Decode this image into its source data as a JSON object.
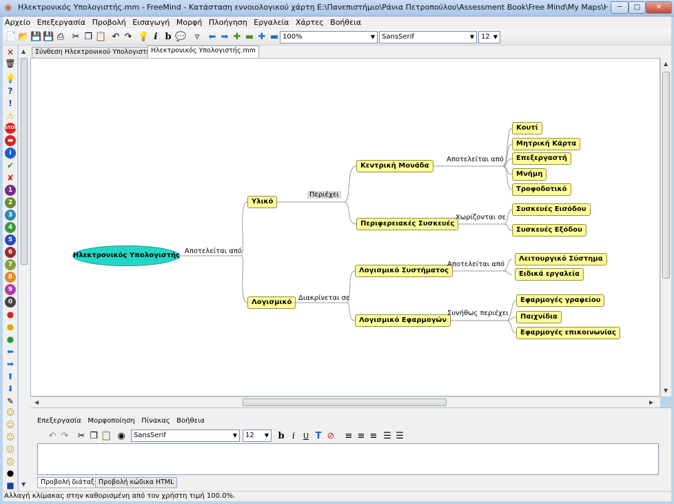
{
  "window": {
    "title": "Ηλεκτρονικός Υπολογιστής.mm - FreeMind - Κατάσταση εννοιολογικού χάρτη E:\\Πανεπιστήμιο\\Ράνια Πετροπούλου\\Assessment Book\\Free Mind\\My Maps\\Ηλεκτρονικός Υπολογιστής.m...",
    "min_icon": "minimize-icon",
    "max_icon": "maximize-icon",
    "close_icon": "close-icon"
  },
  "menu": [
    "Αρχείο",
    "Επεξεργασία",
    "Προβολή",
    "Εισαγωγή",
    "Μορφή",
    "Πλοήγηση",
    "Εργαλεία",
    "Χάρτες",
    "Βοήθεια"
  ],
  "toolbar": {
    "zoom_value": "100%",
    "font_value": "SansSerif",
    "size_value": "12"
  },
  "tabs": [
    {
      "label": "Σύνθεση Ηλεκτρονικού Υπολογιστή.mm",
      "active": false
    },
    {
      "label": "Ηλεκτρονικός Υπολογιστής.mm",
      "active": true
    }
  ],
  "mindmap": {
    "root": "Ηλεκτρονικός Υπολογιστής",
    "root_edge": "Αποτελείται από",
    "hardware": "Υλικό",
    "hardware_edge": "Περιέχει",
    "central_unit": "Κεντρική Μονάδα",
    "central_edge": "Αποτελείται από",
    "central_children": [
      "Κουτί",
      "Μητρική Κάρτα",
      "Επεξεργαστή",
      "Μνήμη",
      "Τροφοδοτικό"
    ],
    "peripherals": "Περιφερειακές Συσκευές",
    "peripherals_edge": "Χωρίζονται σε",
    "peripheral_children": [
      "Συσκευές Εισόδου",
      "Συσκευές Εξόδου"
    ],
    "software": "Λογισμικό",
    "software_edge": "Διακρίνεται σε",
    "system_sw": "Λογισμικό Συστήματος",
    "system_edge": "Αποτελείται από",
    "system_children": [
      "Λειτουργικό Σύστημα",
      "Ειδικά εργαλεία"
    ],
    "app_sw": "Λογισμικό Εφαρμογών",
    "app_edge": "Συνήθως περιέχει",
    "app_children": [
      "Εφαρμογές γραφείου",
      "Παιχνίδια",
      "Εφαρμογές επικοινωνίας"
    ],
    "node_color": "#ffff99",
    "root_color": "#22d8c4"
  },
  "editor": {
    "menu": [
      "Επεξεργασία",
      "Μορφοποίηση",
      "Πίνακας",
      "Βοήθεια"
    ],
    "font_value": "SansSerif",
    "size_value": "12",
    "tabs": [
      {
        "label": "Προβολή διάταξης",
        "active": true
      },
      {
        "label": "Προβολή κώδικα HTML",
        "active": false
      }
    ]
  },
  "status": "Αλλαγή κλίμακας στην καθορισμένη από τον χρήστη τιμή 100.0%."
}
